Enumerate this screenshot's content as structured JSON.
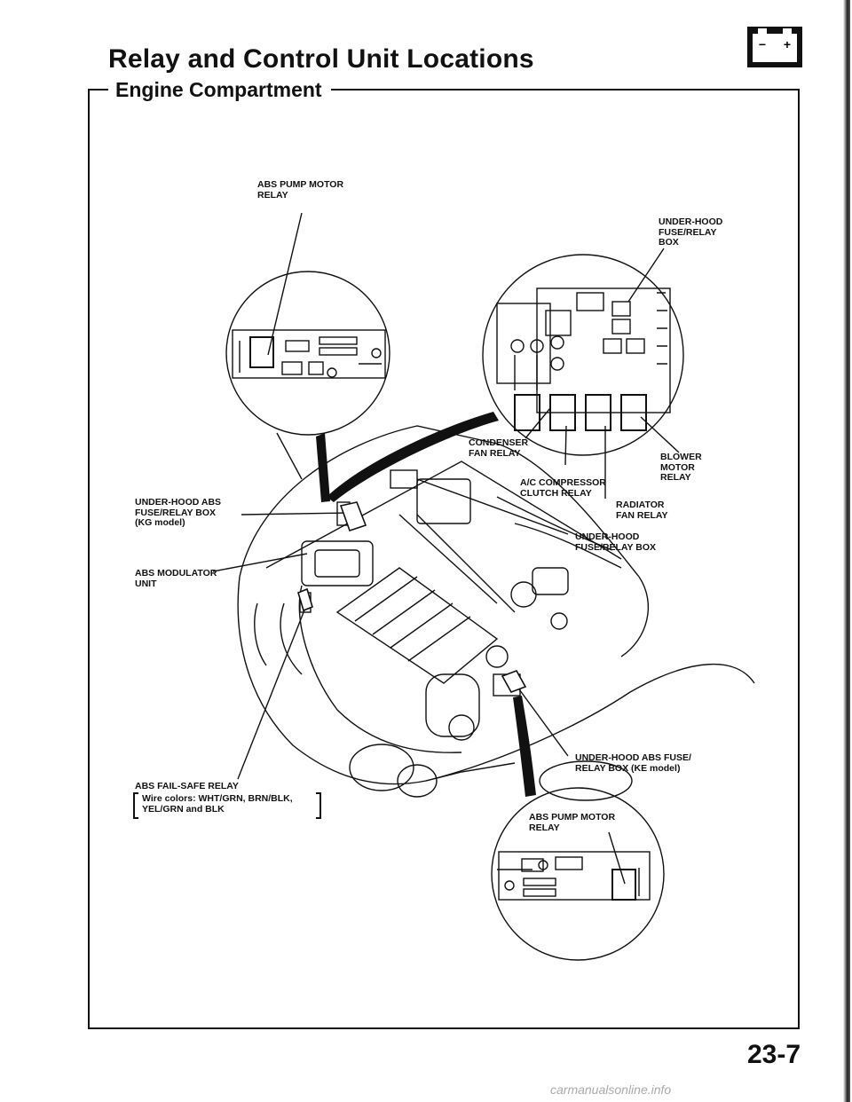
{
  "header": {
    "title": "Relay and Control Unit Locations",
    "section": "Engine Compartment",
    "battery_icon": "battery-icon",
    "battery_symbols": {
      "minus": "−",
      "plus": "+"
    }
  },
  "labels": {
    "abs_pump_top": "ABS PUMP MOTOR\nRELAY",
    "underhood_box_top": "UNDER-HOOD\nFUSE/RELAY\nBOX",
    "condenser": "CONDENSER\nFAN RELAY",
    "blower": "BLOWER\nMOTOR\nRELAY",
    "ac_clutch": "A/C COMPRESSOR\nCLUTCH RELAY",
    "radiator": "RADIATOR\nFAN RELAY",
    "abs_box_kg": "UNDER-HOOD ABS\nFUSE/RELAY BOX\n(KG model)",
    "underhood_box_mid": "UNDER-HOOD\nFUSE/RELAY BOX",
    "abs_modulator": "ABS MODULATOR\nUNIT",
    "abs_box_ke": "UNDER-HOOD ABS FUSE/\nRELAY BOX (KE model)",
    "abs_failsafe": "ABS FAIL-SAFE RELAY",
    "wire_colors": "Wire colors: WHT/GRN, BRN/BLK,\nYEL/GRN and BLK",
    "abs_pump_bottom": "ABS PUMP MOTOR\nRELAY"
  },
  "footer": {
    "page_number": "23-7",
    "watermark": "carmanualsonline.info"
  }
}
